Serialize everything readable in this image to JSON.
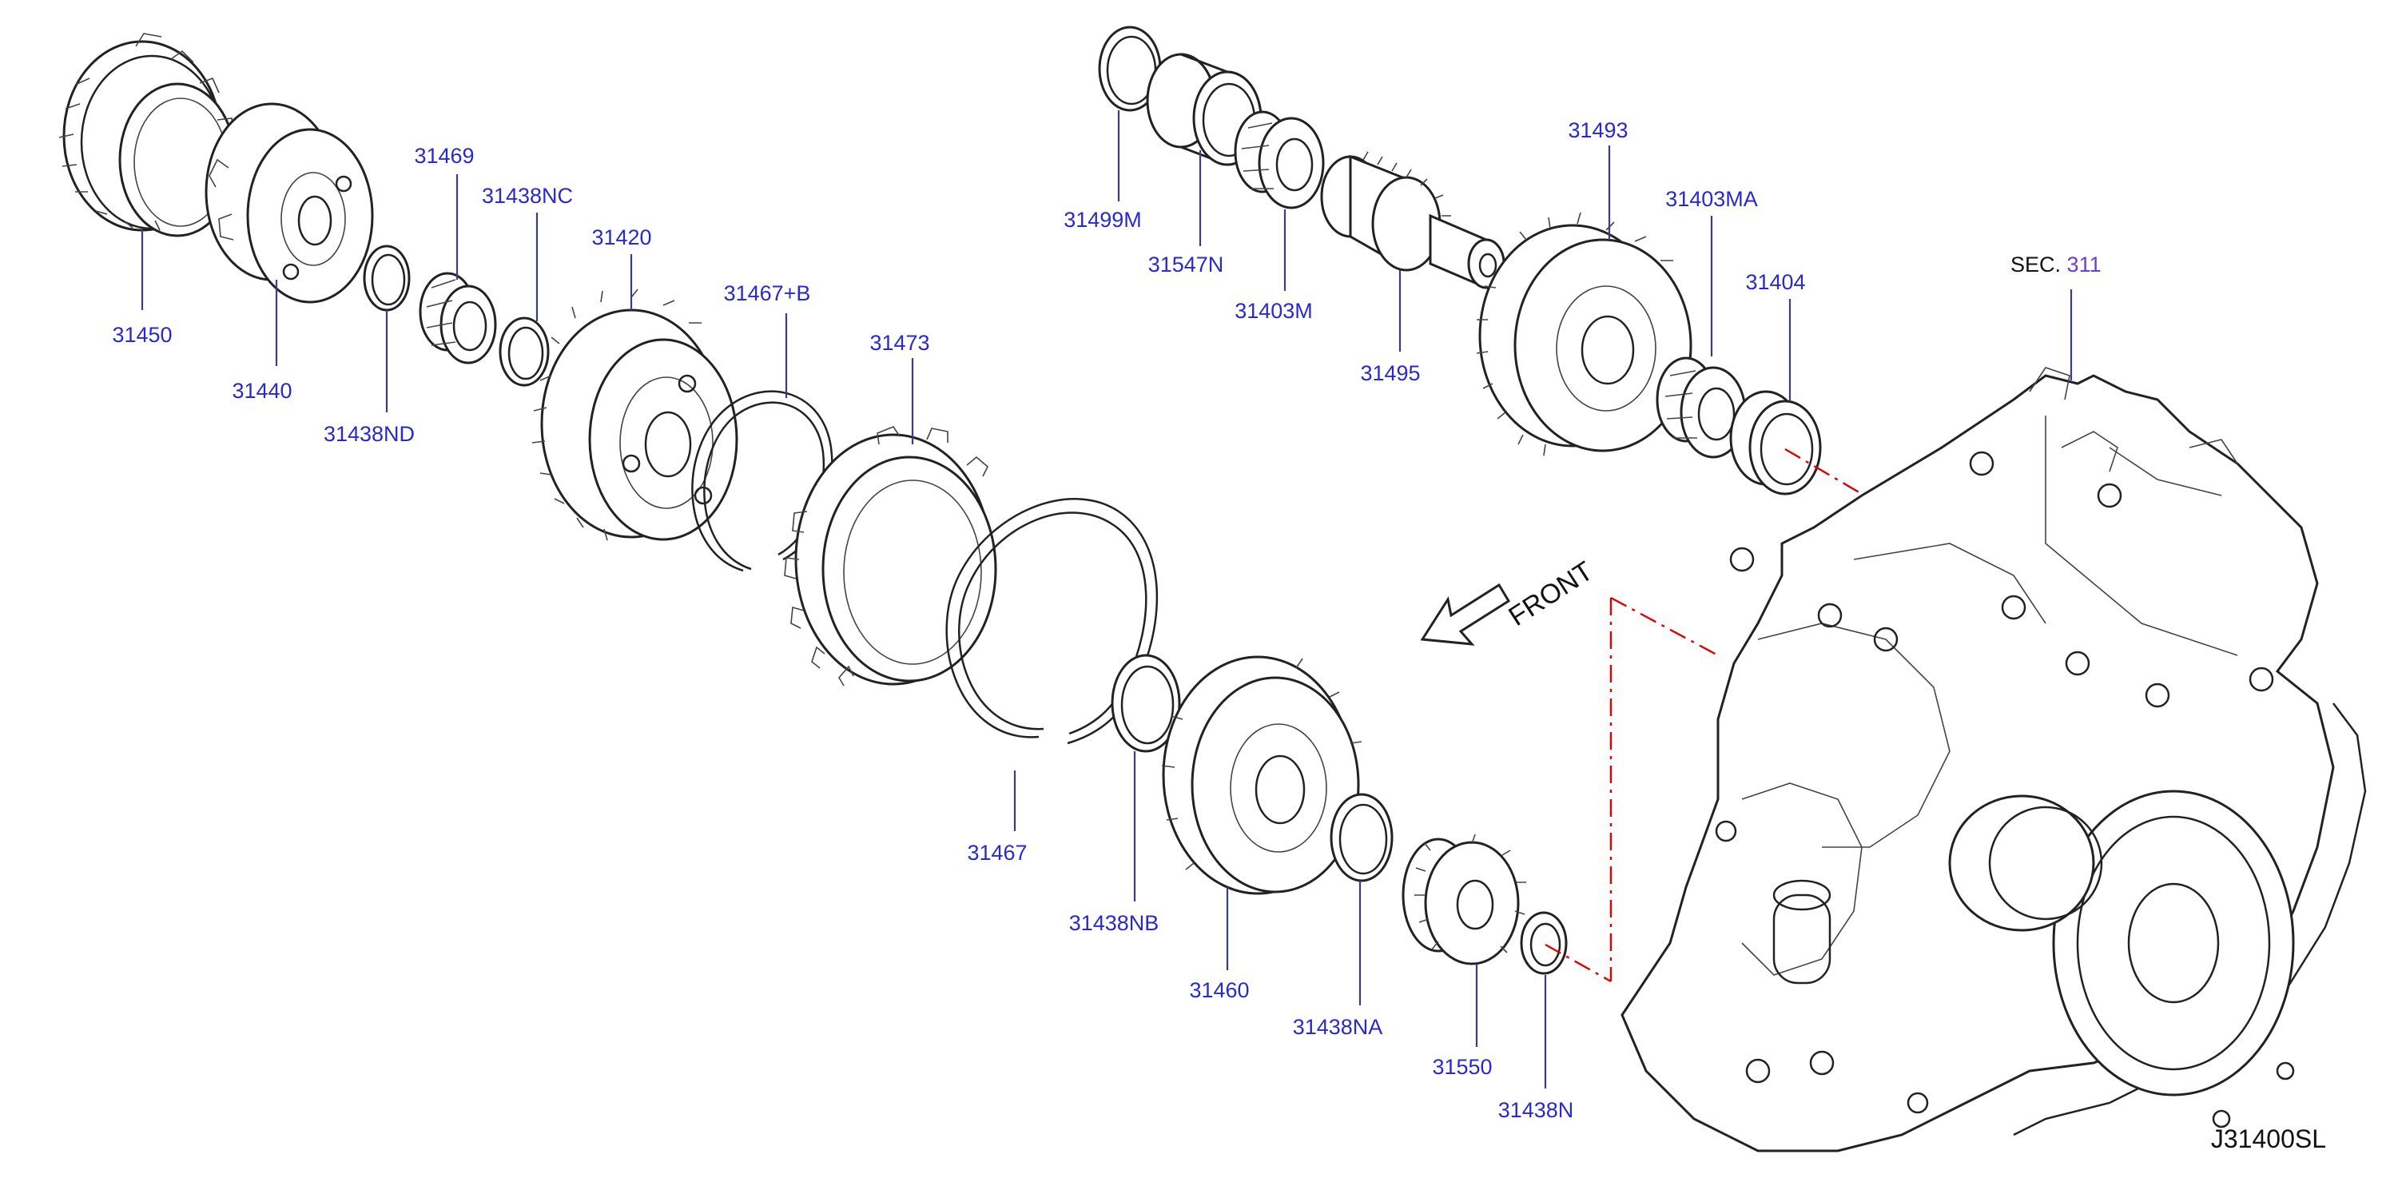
{
  "diagram": {
    "section_prefix": "SEC.",
    "section_number": "311",
    "front_label": "FRONT",
    "code": "J31400SL"
  },
  "parts": [
    {
      "id": "31450"
    },
    {
      "id": "31440"
    },
    {
      "id": "31438ND"
    },
    {
      "id": "31469"
    },
    {
      "id": "31438NC"
    },
    {
      "id": "31420"
    },
    {
      "id": "31467+B"
    },
    {
      "id": "31473"
    },
    {
      "id": "31467"
    },
    {
      "id": "31438NB"
    },
    {
      "id": "31460"
    },
    {
      "id": "31438NA"
    },
    {
      "id": "31550"
    },
    {
      "id": "31438N"
    },
    {
      "id": "31499M"
    },
    {
      "id": "31547N"
    },
    {
      "id": "31403M"
    },
    {
      "id": "31495"
    },
    {
      "id": "31493"
    },
    {
      "id": "31403MA"
    },
    {
      "id": "31404"
    }
  ]
}
